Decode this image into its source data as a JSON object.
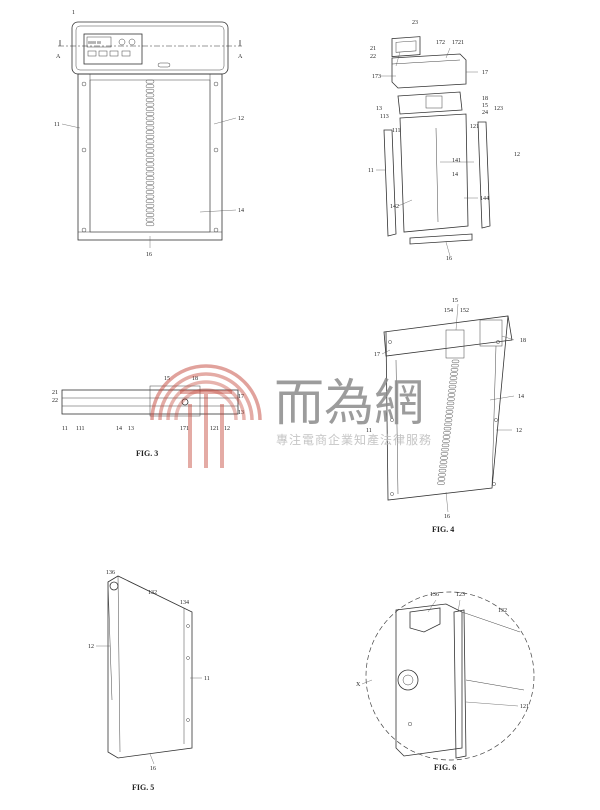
{
  "page": {
    "top_mark": "1"
  },
  "fig1": {
    "section_a_left": "A",
    "section_a_right": "A",
    "labels": {
      "l11": "11",
      "l12": "12",
      "l14": "14",
      "l16": "16"
    },
    "display_text": "0000 00"
  },
  "fig2": {
    "labels": {
      "l23": "23",
      "l21": "21",
      "l22": "22",
      "l172": "172",
      "l1721": "1721",
      "l173": "173",
      "l17": "17",
      "l18": "18",
      "l15": "15",
      "l24": "24",
      "l13": "13",
      "l113": "113",
      "l111": "111",
      "l123": "123",
      "l121": "121",
      "l12": "12",
      "l141": "141",
      "l11": "11",
      "l14": "14",
      "l142": "142",
      "l144": "144",
      "l16": "16"
    }
  },
  "fig3": {
    "caption": "FIG. 3",
    "labels": {
      "l15": "15",
      "l18": "18",
      "l21": "21",
      "l22": "22",
      "l17": "17",
      "l13r": "13",
      "l11": "11",
      "l111": "111",
      "l14": "14",
      "l13": "13",
      "l171": "171",
      "l121": "121",
      "l12": "12"
    }
  },
  "fig4": {
    "caption": "FIG. 4",
    "labels": {
      "l15": "15",
      "l154": "154",
      "l152": "152",
      "l18": "18",
      "l17": "17",
      "l14": "14",
      "l12": "12",
      "l16": "16",
      "l11": "11"
    }
  },
  "fig5": {
    "caption": "FIG. 5",
    "labels": {
      "l136": "136",
      "l132": "132",
      "l134": "134",
      "l12": "12",
      "l11": "11",
      "l16": "16"
    }
  },
  "fig6": {
    "caption": "FIG. 6",
    "labels": {
      "l136": "136",
      "l123": "123",
      "l132": "132",
      "l121": "121",
      "lx": "X"
    }
  },
  "watermark": {
    "title": "而為網",
    "subtitle": "專注電商企業知產法律服務",
    "color": "#c0392b"
  }
}
